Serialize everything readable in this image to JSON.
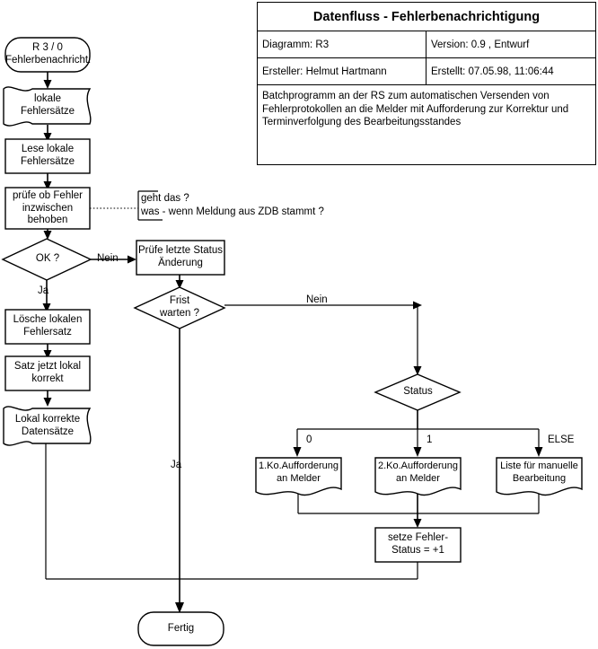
{
  "title_block": {
    "heading": "Datenfluss - Fehlerbenachrichtigung",
    "diagram_label": "Diagramm: R3",
    "version_label": "Version: 0.9 , Entwurf",
    "author_label": "Ersteller: Helmut Hartmann",
    "created_label": "Erstellt:  07.05.98, 11:06:44",
    "description": "Batchprogramm an der RS zum automatischen Versenden von\nFehlerprotokollen an die Melder mit Aufforderung zur Korrektur und\nTerminverfolgung des Bearbeitungsstandes"
  },
  "nodes": {
    "start": "R 3 / 0\nFehlerbenachricht.",
    "local_error_records": "lokale\nFehlersätze",
    "read_local": "Lese lokale\nFehlersätze",
    "check_fixed": "prüfe ob Fehler\ninzwischen\nbehoben",
    "ok_decision": "OK ?",
    "delete_local": "Lösche lokalen\nFehlersatz",
    "record_now_correct": "Satz jetzt lokal\nkorrekt",
    "local_correct_records": "Lokal korrekte\nDatensätze",
    "check_last_status": "Prüfe letzte Status\nÄnderung",
    "deadline_decision": "Frist\nwarten ?",
    "status_decision": "Status",
    "first_request": "1.Ko.Aufforderung\nan Melder",
    "second_request": "2.Ko.Aufforderung\nan Melder",
    "manual_list": "Liste für manuelle\nBearbeitung",
    "set_error_status": "setze Fehler-\nStatus = +1",
    "end": "Fertig"
  },
  "edge_labels": {
    "ok_no": "Nein",
    "ok_yes": "Ja",
    "deadline_no": "Nein",
    "deadline_yes": "Ja",
    "status_0": "0",
    "status_1": "1",
    "status_else": "ELSE"
  },
  "annotation": {
    "text": "geht das  ?\nwas - wenn Meldung aus ZDB stammt ?"
  },
  "colors": {
    "stroke": "#000000",
    "fill": "#ffffff",
    "background": "#ffffff"
  },
  "chart_data": {
    "type": "diagram",
    "title": "Datenfluss - Fehlerbenachrichtigung"
  }
}
